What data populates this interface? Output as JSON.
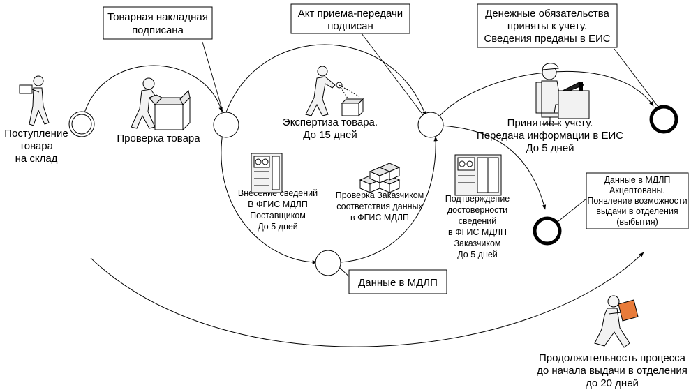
{
  "stages": {
    "arrival": {
      "line1": "Поступление",
      "line2": "товара",
      "line3": "на склад"
    },
    "check": {
      "label": "Проверка товара"
    },
    "expertise": {
      "line1": "Экспертиза товара.",
      "line2": "До 15 дней"
    },
    "supplier_entry": {
      "line1": "Внесение сведений",
      "line2": "В ФГИС МДЛП",
      "line3": "Поставщиком",
      "line4": "До 5 дней"
    },
    "customer_check": {
      "line1": "Проверка Заказчиком",
      "line2": "соответствия данных",
      "line3": "в ФГИС МДЛП"
    },
    "confirmation": {
      "line1": "Подтверждение",
      "line2": "достоверности",
      "line3": "сведений",
      "line4": "в ФГИС МДЛП",
      "line5": "Заказчиком",
      "line6": "До 5 дней"
    },
    "acceptance": {
      "line1": "Принятие к учету.",
      "line2": "Передача информации в ЕИС",
      "line3": "До 5 дней"
    },
    "duration": {
      "line1": "Продолжительность процесса",
      "line2": "до начала выдачи в отделения",
      "line3": "до 20 дней"
    }
  },
  "callouts": {
    "invoice": {
      "line1": "Товарная накладная",
      "line2": "подписана"
    },
    "act": {
      "line1": "Акт приема-передачи",
      "line2": "подписан"
    },
    "obligations": {
      "line1": "Денежные обязательства",
      "line2": "приняты к учету.",
      "line3": "Сведения преданы в ЕИС"
    },
    "mdlp_data": {
      "line1": "Данные в МДЛП"
    },
    "accepted": {
      "line1": "Данные в МДЛП",
      "line2": "Акцептованы.",
      "line3": "Появление возможности",
      "line4": "выдачи в отделения",
      "line5": "(выбытия)"
    }
  },
  "icons": {
    "arrival_figure": "person-carrying-box-icon",
    "check_figure": "person-opening-box-icon",
    "expertise_figure": "person-inspecting-box-icon",
    "accounting_figure": "person-at-computer-icon",
    "server_1": "server-rack-icon",
    "server_2": "server-rack-icon",
    "boxes_stack": "stacked-boxes-icon",
    "runner_figure": "person-running-with-box-icon"
  },
  "colors": {
    "line": "#000000",
    "background": "#ffffff",
    "accent_box": "#e87b3a"
  }
}
